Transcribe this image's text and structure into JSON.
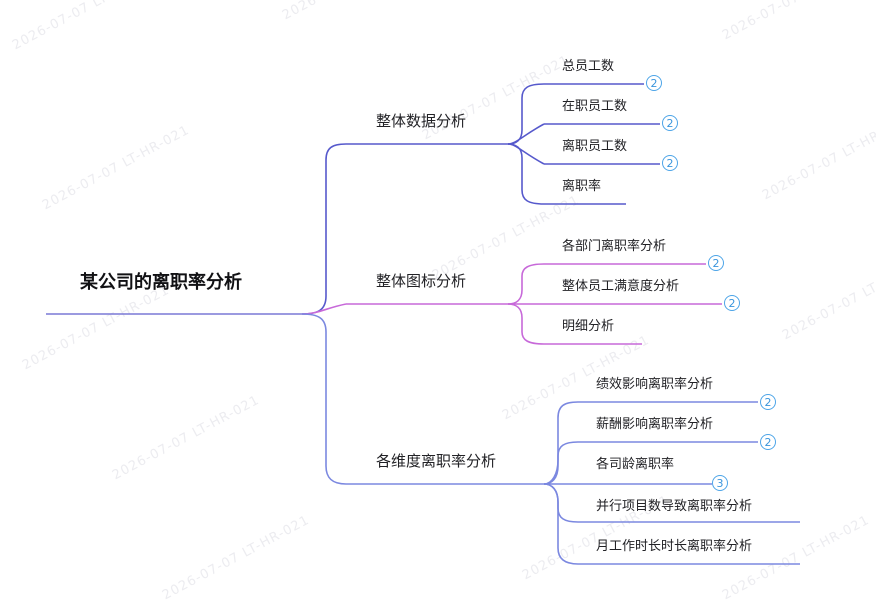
{
  "watermark": "2026-07-07 LT-HR-021",
  "colors": {
    "root_line": "#7a78d6",
    "branch1": "#5659cc",
    "branch2": "#c769d9",
    "branch3": "#7b88e0",
    "badge": "#4ea5e8"
  },
  "root": {
    "label": "某公司的离职率分析"
  },
  "branches": [
    {
      "label": "整体数据分析",
      "children": [
        {
          "label": "总员工数",
          "badge": "2"
        },
        {
          "label": "在职员工数",
          "badge": "2"
        },
        {
          "label": "离职员工数",
          "badge": "2"
        },
        {
          "label": "离职率",
          "badge": null
        }
      ]
    },
    {
      "label": "整体图标分析",
      "children": [
        {
          "label": "各部门离职率分析",
          "badge": "2"
        },
        {
          "label": "整体员工满意度分析",
          "badge": "2"
        },
        {
          "label": "明细分析",
          "badge": null
        }
      ]
    },
    {
      "label": "各维度离职率分析",
      "children": [
        {
          "label": "绩效影响离职率分析",
          "badge": "2"
        },
        {
          "label": "薪酬影响离职率分析",
          "badge": "2"
        },
        {
          "label": "各司龄离职率",
          "badge": "3"
        },
        {
          "label": "并行项目数导致离职率分析",
          "badge": null
        },
        {
          "label": "月工作时长时长离职率分析",
          "badge": null
        }
      ]
    }
  ]
}
